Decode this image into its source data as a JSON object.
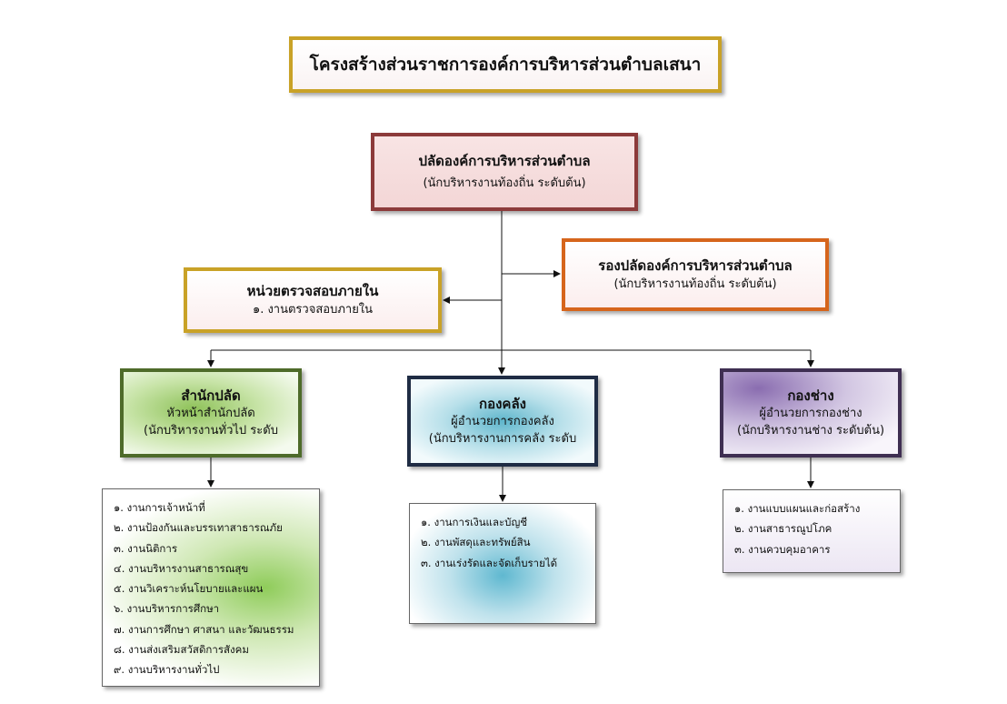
{
  "title": "โครงสร้างส่วนราชการองค์การบริหารส่วนตำบลเสนา",
  "chief": {
    "name": "ปลัดองค์การบริหารส่วนตำบล",
    "level": "(นักบริหารงานท้องถิ่น ระดับต้น)"
  },
  "deputy": {
    "name": "รองปลัดองค์การบริหารส่วนตำบล",
    "level": "(นักบริหารงานท้องถิ่น ระดับต้น)"
  },
  "audit": {
    "name": "หน่วยตรวจสอบภายใน",
    "items": [
      "๑. งานตรวจสอบภายใน"
    ]
  },
  "divisions": [
    {
      "name": "สำนักปลัด",
      "head": "หัวหน้าสำนักปลัด",
      "level": "(นักบริหารงานทั่วไป ระดับ",
      "items": [
        "๑. งานการเจ้าหน้าที่",
        "๒. งานป้องกันและบรรเทาสาธารณภัย",
        "๓. งานนิติการ",
        "๔. งานบริหารงานสาธารณสุข",
        "๕. งานวิเคราะห์นโยบายและแผน",
        "๖. งานบริหารการศึกษา",
        "๗. งานการศึกษา ศาสนา และวัฒนธรรม",
        "๘. งานส่งเสริมสวัสดิการสังคม",
        "๙. งานบริหารงานทั่วไป"
      ]
    },
    {
      "name": "กองคลัง",
      "head": "ผู้อำนวยการกองคลัง",
      "level": "(นักบริหารงานการคลัง ระดับ",
      "items": [
        "๑. งานการเงินและบัญชี",
        "๒. งานพัสดุและทรัพย์สิน",
        "๓. งานเร่งรัดและจัดเก็บรายได้"
      ]
    },
    {
      "name": "กองช่าง",
      "head": "ผู้อำนวยการกองช่าง",
      "level": "(นักบริหารงานช่าง ระดับต้น)",
      "items": [
        "๑. งานแบบแผนและก่อสร้าง",
        "๒. งานสาธารณูปโภค",
        "๓. งานควบคุมอาคาร"
      ]
    }
  ]
}
